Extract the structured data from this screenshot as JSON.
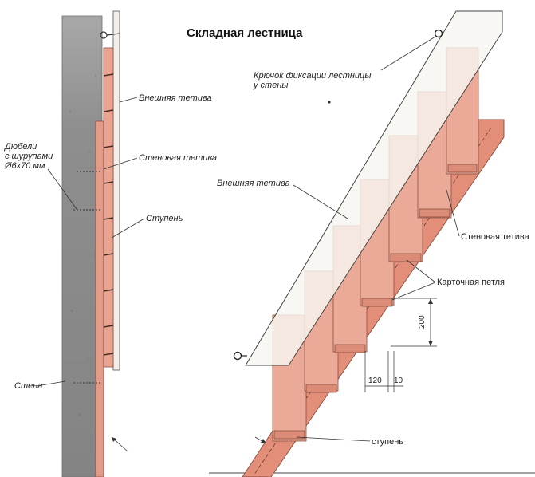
{
  "title": "Складная лестница",
  "labels": {
    "hook": [
      "Крючок фиксации лестницы",
      "у стены"
    ],
    "outer_stringer_left": "Внешняя тетива",
    "wall_stringer_left": "Стеновая тетива",
    "dowels": [
      "Дюбели",
      "с шурупами",
      "Ø6х70 мм"
    ],
    "step_left": "Ступень",
    "wall": "Стена",
    "outer_stringer_right": "Внешняя тетива",
    "wall_stringer_right": "Стеновая тетива",
    "hinge": "Карточная петля",
    "step_right": "ступень"
  },
  "dimensions": {
    "rise": "200",
    "tread": "120",
    "gap": "10"
  },
  "colors": {
    "wall_gray": "#8a8a8a",
    "wood_pink": "#e9a08f",
    "wood_dark": "#c8715d",
    "outer_stringer": "#f6f5f0"
  }
}
